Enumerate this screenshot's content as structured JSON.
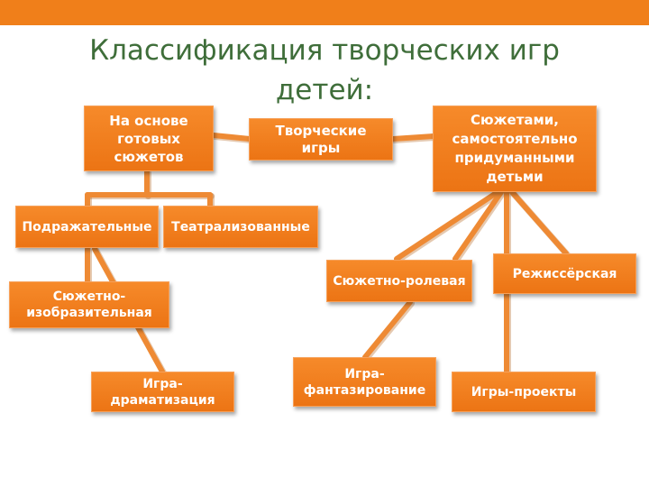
{
  "slide": {
    "title": "Классификация творческих игр\nдетей:"
  },
  "nodes": {
    "root": "Творческие\nигры",
    "ready_plots": "На основе\nготовых\nсюжетов",
    "invented_plots": "Сюжетами,\nсамостоятельно\nпридуманными\nдетьми",
    "imitative": "Подражательные",
    "theatrical": "Театрализованные",
    "plot_visual": "Сюжетно-\nизобразительная",
    "dramatization": "Игра-\nдраматизация",
    "role_play": "Сюжетно-ролевая",
    "director": "Режиссёрская",
    "fantasy": "Игра-\nфантазирование",
    "projects": "Игры-проекты"
  },
  "colors": {
    "accent": "#f07f1a",
    "title": "#3f6e3a",
    "node_text": "#ffffff"
  }
}
